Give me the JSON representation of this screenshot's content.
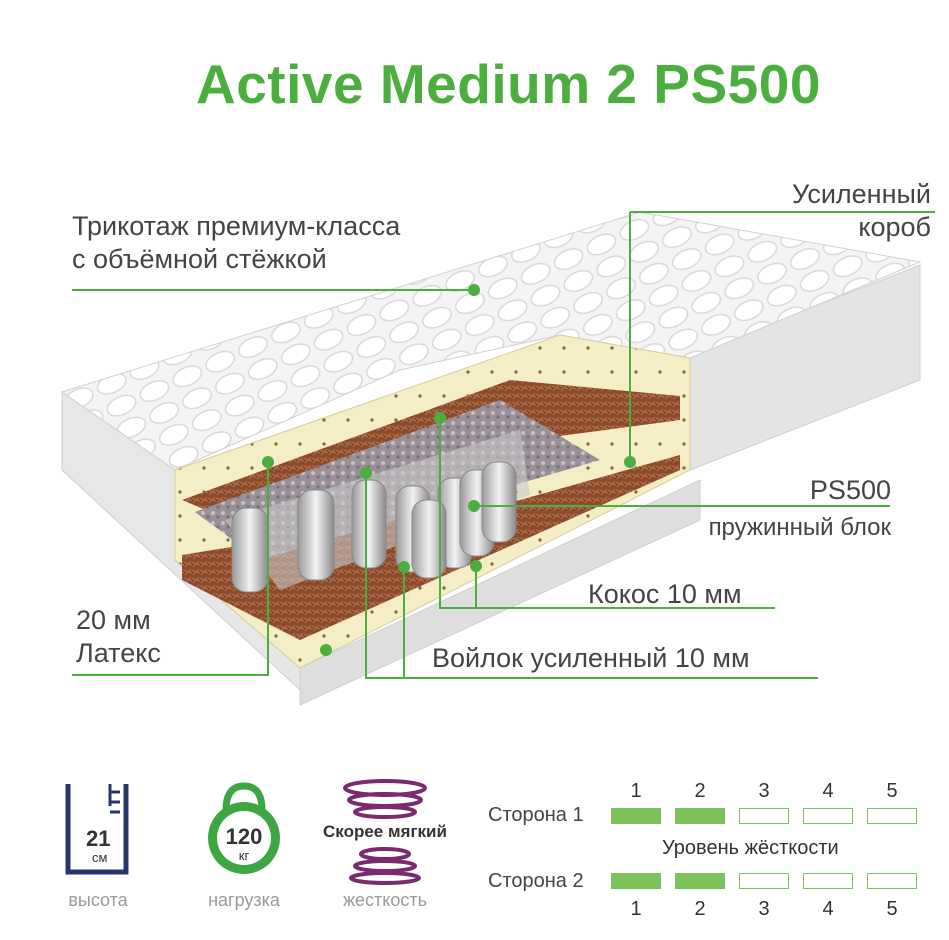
{
  "title": "Active Medium 2 PS500",
  "callouts": {
    "knit": [
      "Трикотаж премиум-класса",
      "с объёмной стёжкой"
    ],
    "frame": [
      "Усиленный",
      "короб"
    ],
    "block_title": "PS500",
    "block_sub": "пружинный блок",
    "coconut": "Кокос 10 мм",
    "felt": "Войлок усиленный 10 мм",
    "latex": [
      "20 мм",
      "Латекс"
    ]
  },
  "specs": {
    "height": {
      "value": "21",
      "unit": "см",
      "label": "высота",
      "icon": "ruler-height-icon"
    },
    "load": {
      "value": "120",
      "unit": "кг",
      "label": "нагрузка",
      "icon": "kettlebell-icon"
    },
    "firmness": {
      "value": "Скорее мягкий",
      "label": "жесткость",
      "icon": "spring-icon"
    }
  },
  "firmness_scale": {
    "levels": [
      "1",
      "2",
      "3",
      "4",
      "5"
    ],
    "caption": "Уровень жёсткости",
    "side1": {
      "label": "Сторона 1",
      "level": 2
    },
    "side2": {
      "label": "Сторона 2",
      "level": 2
    },
    "accent": "#7cc35c"
  },
  "colors": {
    "title": "#4cae3f",
    "leader": "#4cae3f"
  }
}
